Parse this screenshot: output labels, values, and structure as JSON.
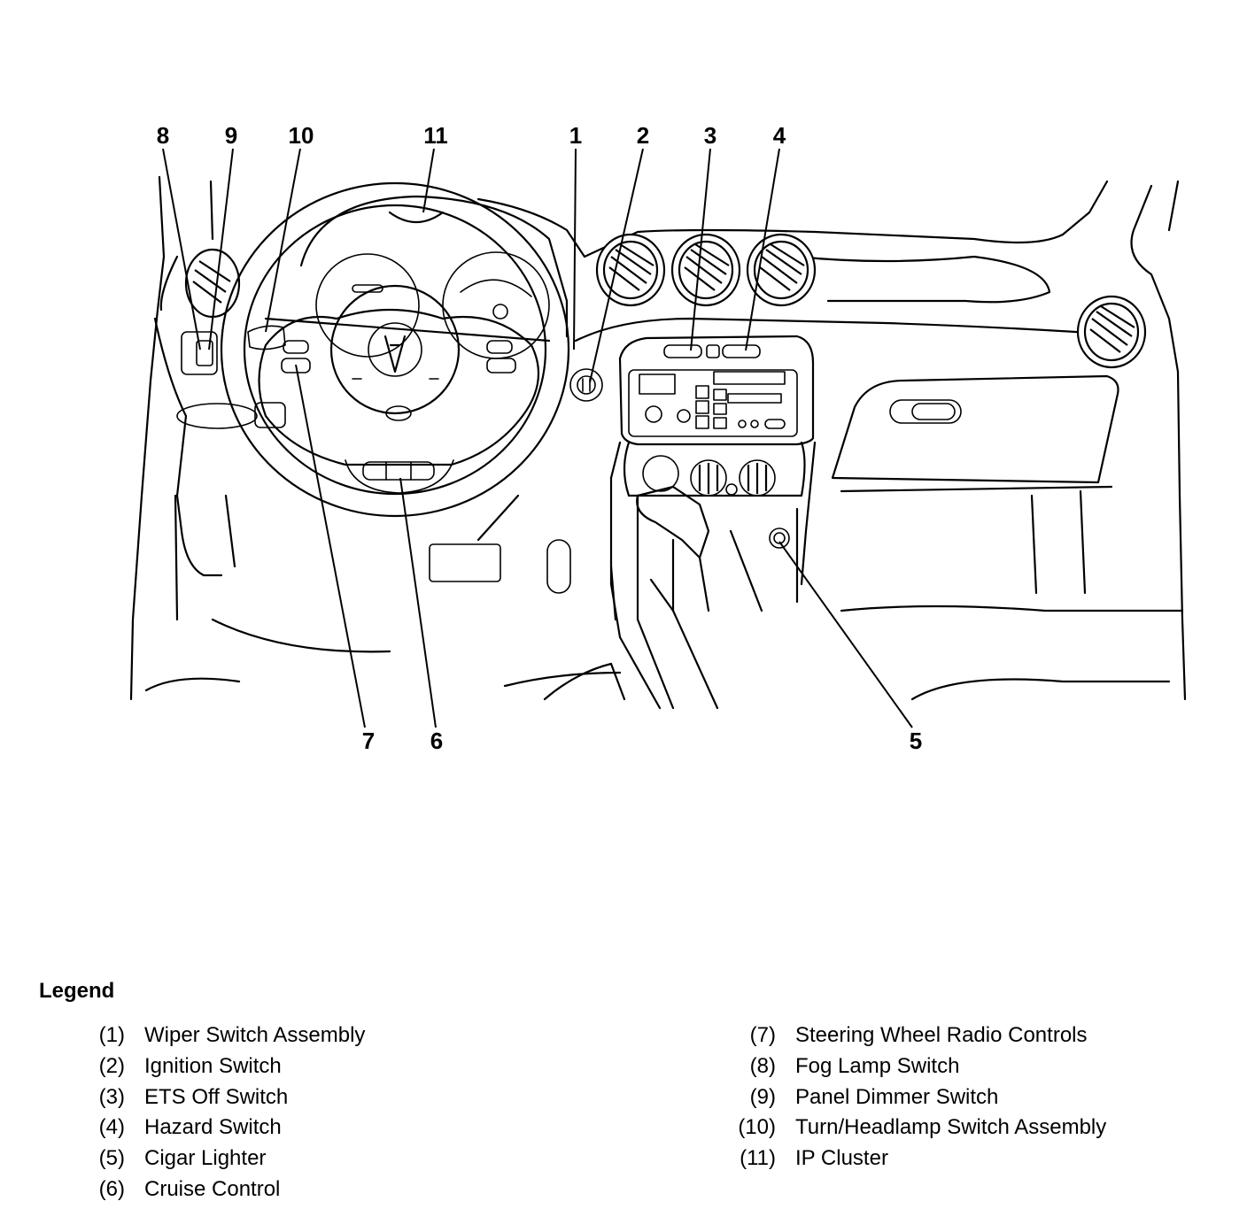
{
  "callouts": [
    {
      "num": "1"
    },
    {
      "num": "2"
    },
    {
      "num": "3"
    },
    {
      "num": "4"
    },
    {
      "num": "5"
    },
    {
      "num": "6"
    },
    {
      "num": "7"
    },
    {
      "num": "8"
    },
    {
      "num": "9"
    },
    {
      "num": "10"
    },
    {
      "num": "11"
    }
  ],
  "legend": {
    "title": "Legend",
    "items": [
      {
        "num": "(1)",
        "text": "Wiper Switch Assembly"
      },
      {
        "num": "(2)",
        "text": "Ignition Switch"
      },
      {
        "num": "(3)",
        "text": "ETS Off Switch"
      },
      {
        "num": "(4)",
        "text": "Hazard Switch"
      },
      {
        "num": "(5)",
        "text": "Cigar Lighter"
      },
      {
        "num": "(6)",
        "text": "Cruise Control"
      },
      {
        "num": "(7)",
        "text": "Steering Wheel Radio Controls"
      },
      {
        "num": "(8)",
        "text": "Fog Lamp Switch"
      },
      {
        "num": "(9)",
        "text": "Panel Dimmer Switch"
      },
      {
        "num": "(10)",
        "text": "Turn/Headlamp Switch Assembly"
      },
      {
        "num": "(11)",
        "text": "IP Cluster"
      }
    ]
  }
}
